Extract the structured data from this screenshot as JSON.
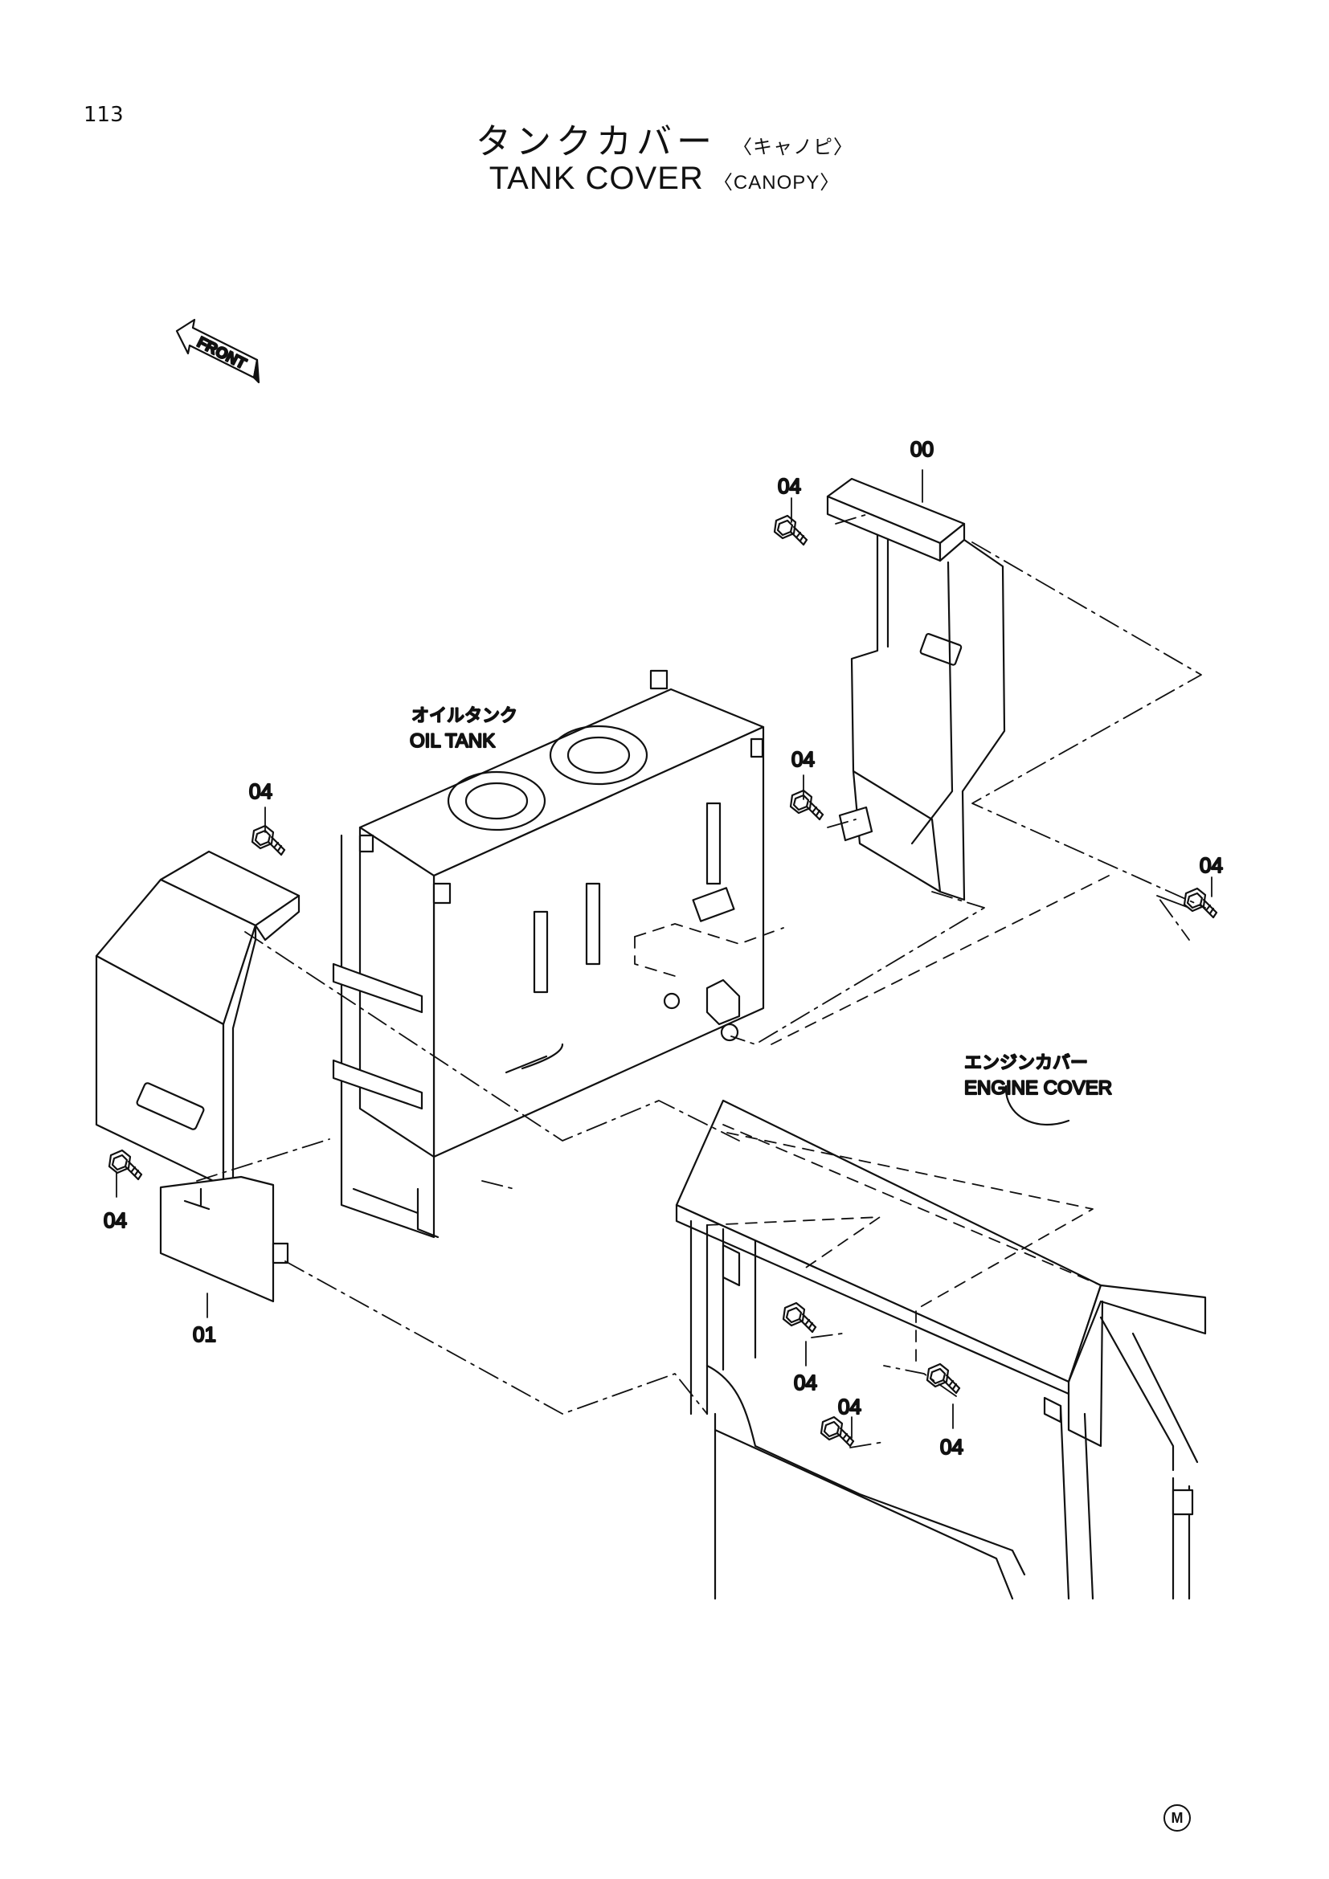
{
  "page": {
    "number": "113"
  },
  "title": {
    "japanese": "タンクカバー",
    "japanese_sub": "〈キャノピ〉",
    "english": "TANK COVER",
    "english_sub": "〈CANOPY〉"
  },
  "front_arrow": {
    "label": "FRONT"
  },
  "parts": {
    "p00": "00",
    "p01": "01",
    "p04": "04"
  },
  "components": {
    "oil_tank_jp": "オイルタンク",
    "oil_tank_en": "OIL TANK",
    "engine_cover_jp": "エンジンカバー",
    "engine_cover_en": "ENGINE COVER"
  },
  "corner_mark": "M",
  "icons": [
    "front-arrow-icon",
    "bolt-icon",
    "corner-mark-icon"
  ]
}
